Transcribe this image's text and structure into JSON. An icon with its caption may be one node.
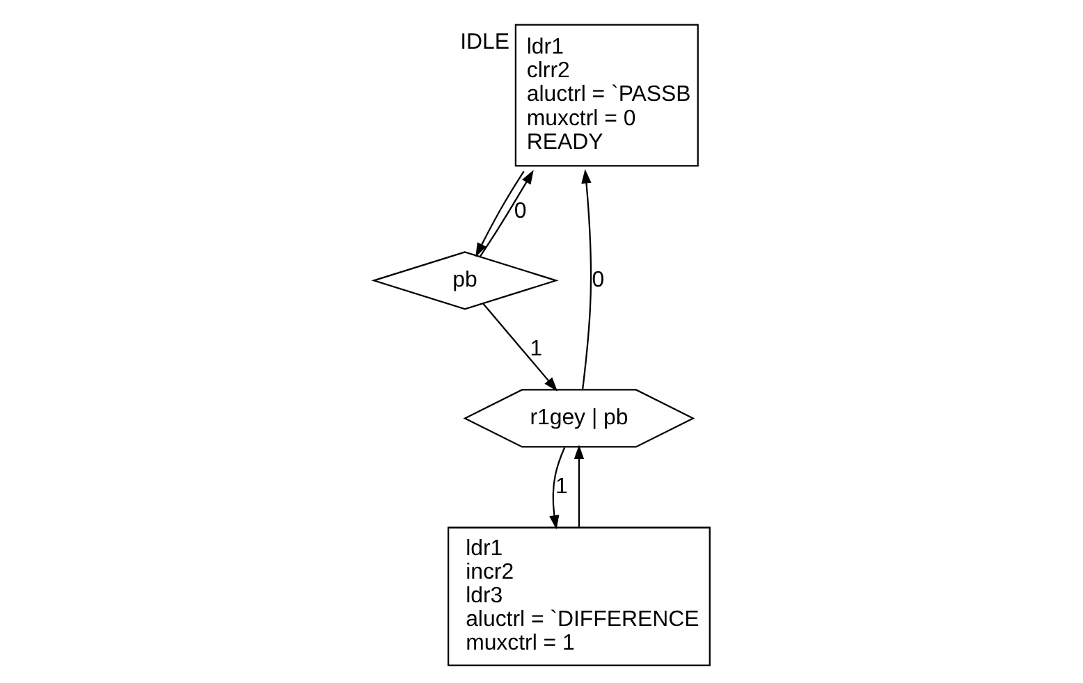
{
  "diagram": {
    "nodes": [
      {
        "text": [
          "IDLE",
          "ldr1",
          "clrr2",
          "aluctrl = `PASSB",
          "muxctrl = 0",
          "READY"
        ]
      },
      {
        "text": [
          "pb"
        ]
      },
      {
        "text": [
          "r1gey | pb"
        ]
      },
      {
        "text": [
          "ldr1",
          "incr2",
          "ldr3",
          "aluctrl = `DIFFERENCE",
          "muxctrl = 1"
        ]
      }
    ],
    "edges": [
      {
        "from": 0,
        "to": 1,
        "arrow": "to"
      },
      {
        "from": 1,
        "to": 2,
        "label": "1",
        "arrow": "to"
      },
      {
        "from": 2,
        "to": 3,
        "label": "1",
        "arrow": "to"
      },
      {
        "from": 1,
        "to": 0,
        "label": "0",
        "arrow": "to"
      },
      {
        "from": 2,
        "to": 0,
        "label": "0",
        "arrow": "to"
      },
      {
        "from": 3,
        "to": 2,
        "arrow": "to"
      }
    ]
  }
}
